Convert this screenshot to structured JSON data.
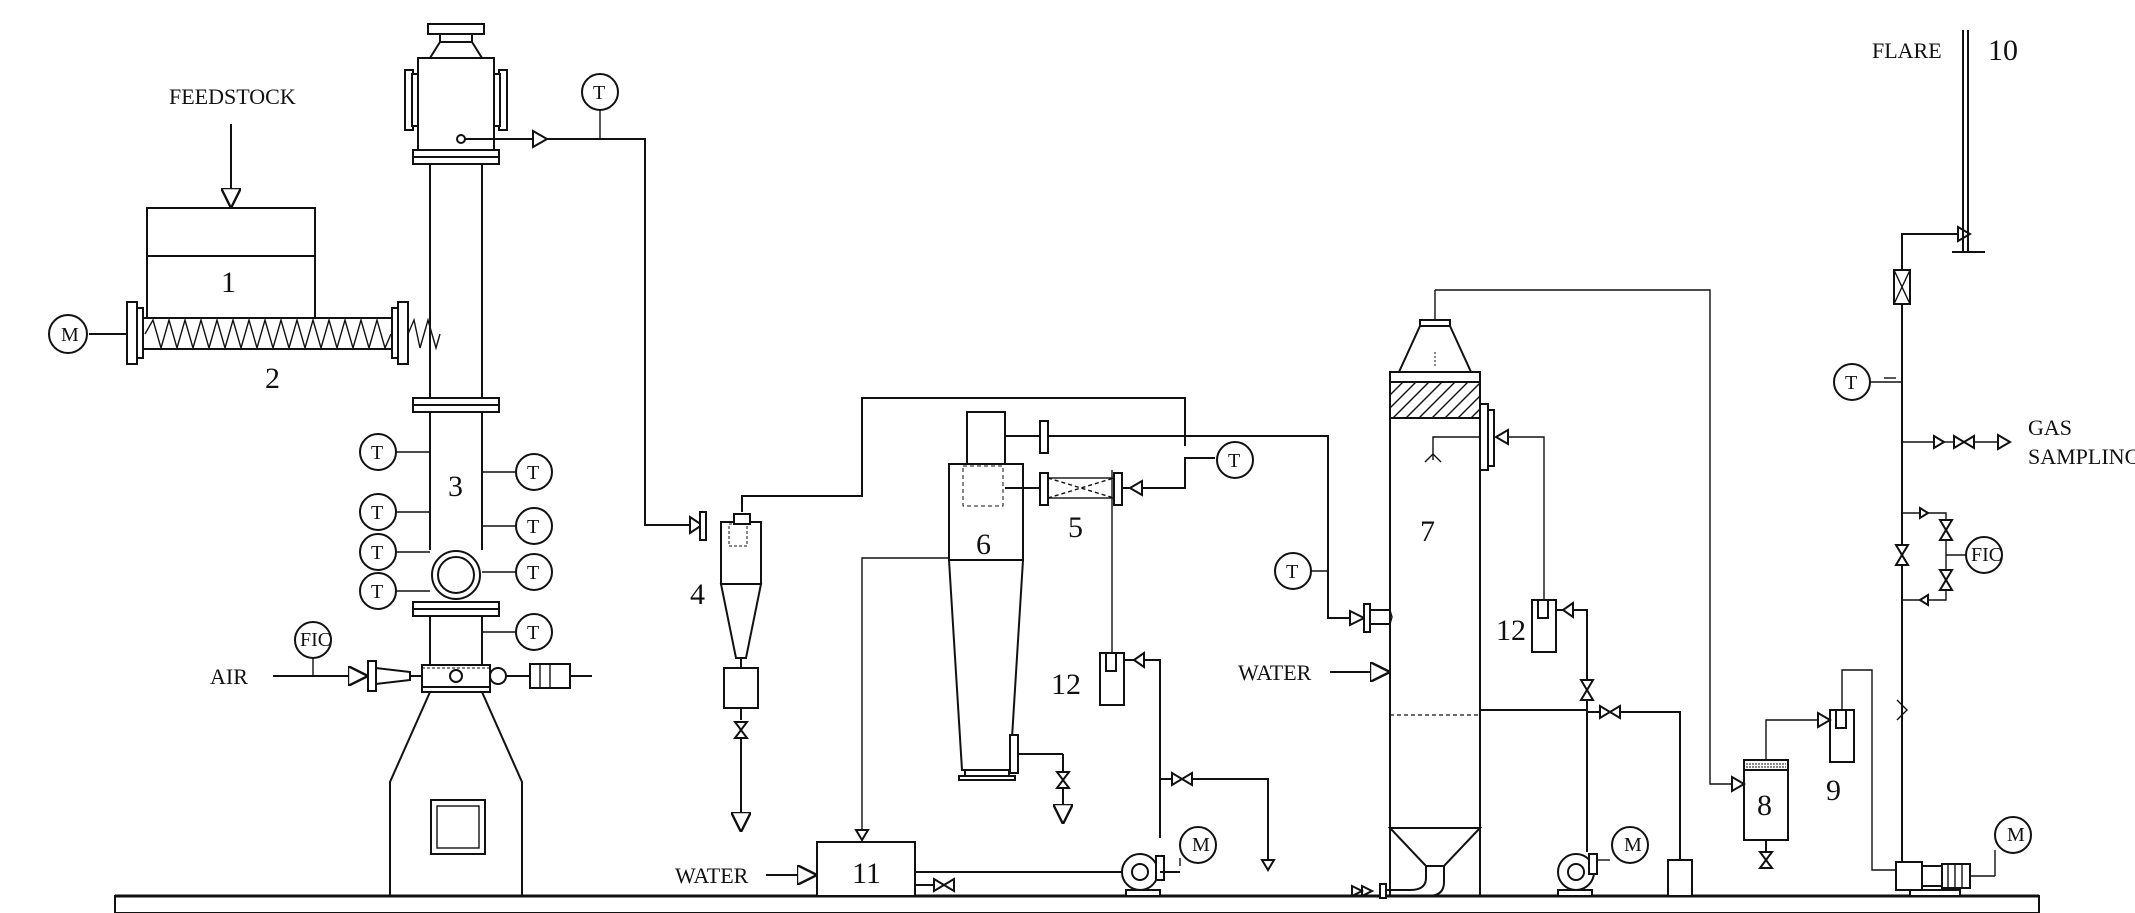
{
  "labels": {
    "feedstock": "FEEDSTOCK",
    "air": "AIR",
    "water_left": "WATER",
    "water_right": "WATER",
    "flare": "FLARE",
    "gas_sampling_line1": "GAS",
    "gas_sampling_line2": "SAMPLING"
  },
  "units": {
    "u1": "1",
    "u2": "2",
    "u3": "3",
    "u4": "4",
    "u5": "5",
    "u6": "6",
    "u7": "7",
    "u8": "8",
    "u9": "9",
    "u10": "10",
    "u11": "11",
    "u12a": "12",
    "u12b": "12"
  },
  "instruments": {
    "temperature": "T",
    "flow_controller": "FIC",
    "motor": "M"
  }
}
